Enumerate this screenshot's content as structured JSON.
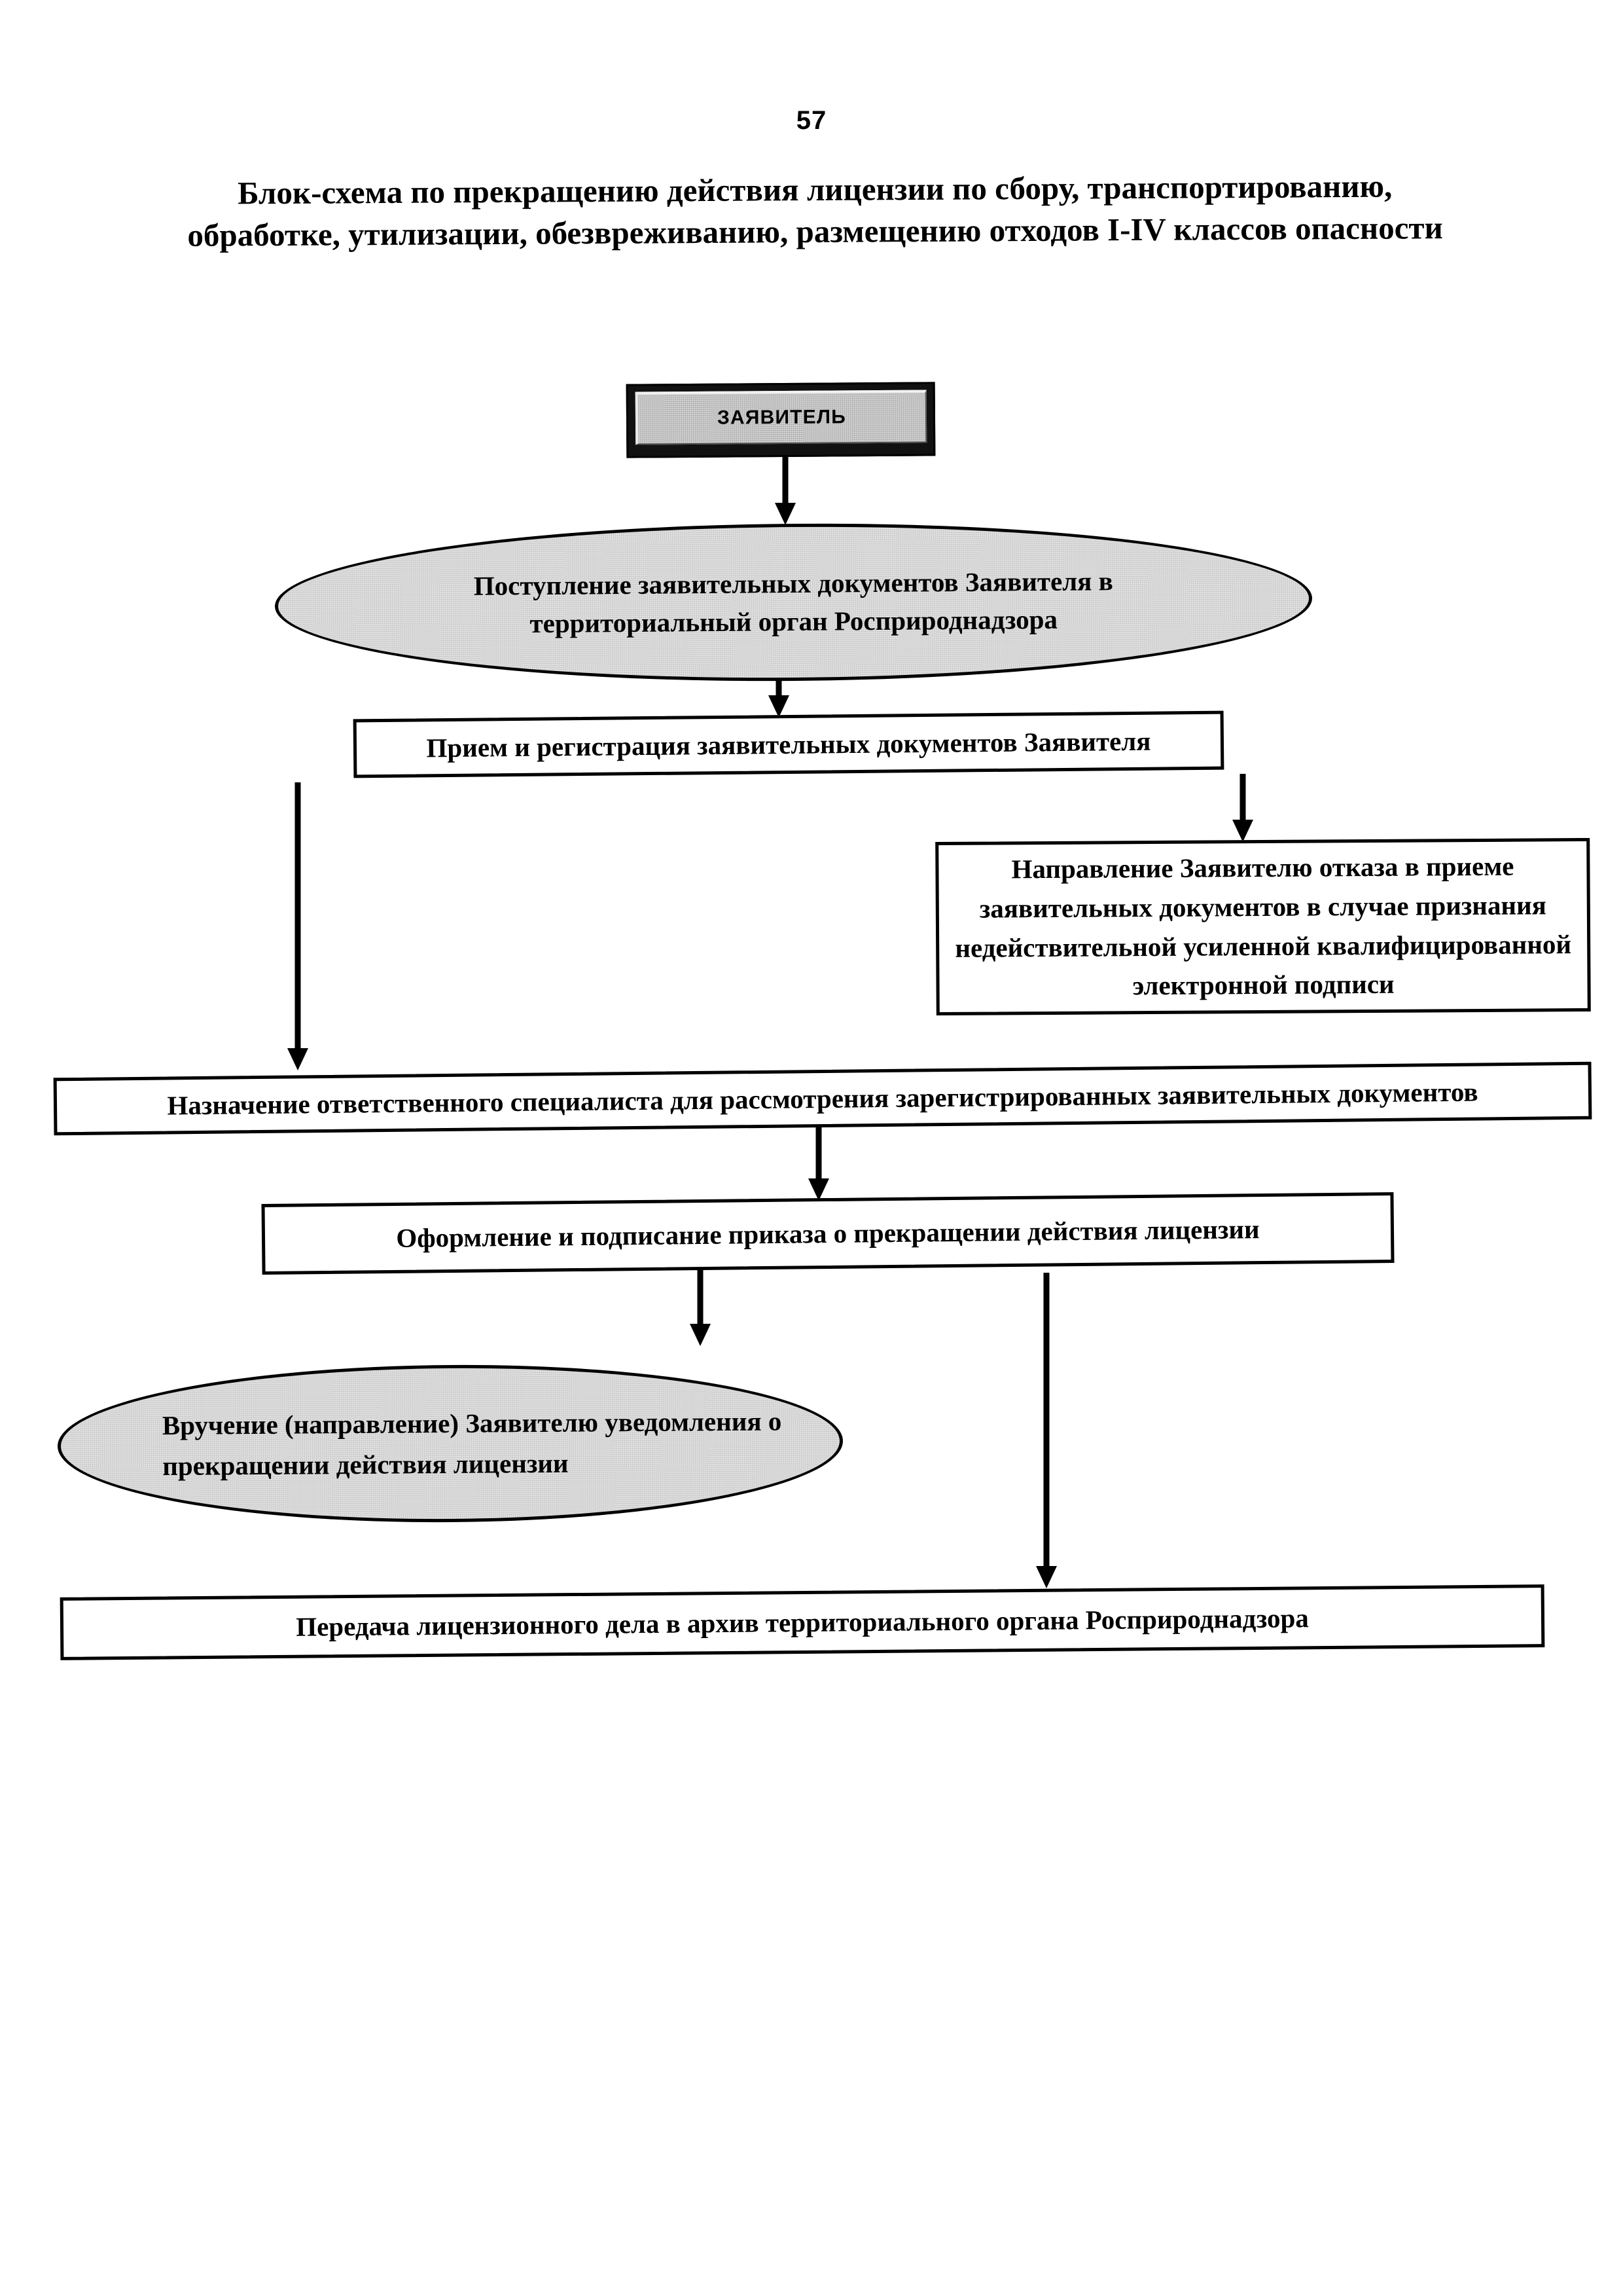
{
  "page": {
    "number": "57"
  },
  "title": {
    "text": "Блок-схема по прекращению действия лицензии по сбору, транспортированию, обработке, утилизации, обезвреживанию, размещению отходов I-IV классов опасности"
  },
  "flowchart": {
    "nodes": {
      "applicant": {
        "label": "ЗАЯВИТЕЛЬ",
        "shape": "beveled-rectangle"
      },
      "intake": {
        "label": "Поступление заявительных документов Заявителя  в территориальный орган Росприроднадзора",
        "shape": "ellipse"
      },
      "register": {
        "label": "Прием и регистрация заявительных документов Заявителя",
        "shape": "rectangle"
      },
      "refusal": {
        "label": "Направление Заявителю отказа в приеме заявительных документов в случае признания недействительной усиленной квалифицированной электронной подписи",
        "shape": "rectangle"
      },
      "assign": {
        "label": "Назначение ответственного специалиста для рассмотрения зарегистрированных заявительных документов",
        "shape": "rectangle"
      },
      "order": {
        "label": "Оформление и подписание приказа о прекращении действия лицензии",
        "shape": "rectangle"
      },
      "notice": {
        "label": "Вручение (направление) Заявителю уведомления о прекращении действия лицензии",
        "shape": "ellipse"
      },
      "archive": {
        "label": "Передача лицензионного дела в архив территориального органа Росприроднадзора",
        "shape": "rectangle"
      }
    },
    "connectors": [
      {
        "from": "applicant",
        "to": "intake",
        "icon": "arrow-down-icon"
      },
      {
        "from": "intake",
        "to": "register",
        "icon": "arrow-down-icon"
      },
      {
        "from": "register",
        "to": "refusal",
        "icon": "arrow-down-icon"
      },
      {
        "from": "register",
        "to": "assign",
        "icon": "arrow-down-icon"
      },
      {
        "from": "assign",
        "to": "order",
        "icon": "arrow-down-icon"
      },
      {
        "from": "order",
        "to": "notice",
        "icon": "arrow-down-icon"
      },
      {
        "from": "order",
        "to": "archive",
        "icon": "arrow-down-icon"
      }
    ]
  },
  "colors": {
    "ink": "#000000",
    "paper": "#ffffff",
    "node_fill_gray": "#e3e3e3",
    "bevel_face": "#d2d2d2"
  }
}
